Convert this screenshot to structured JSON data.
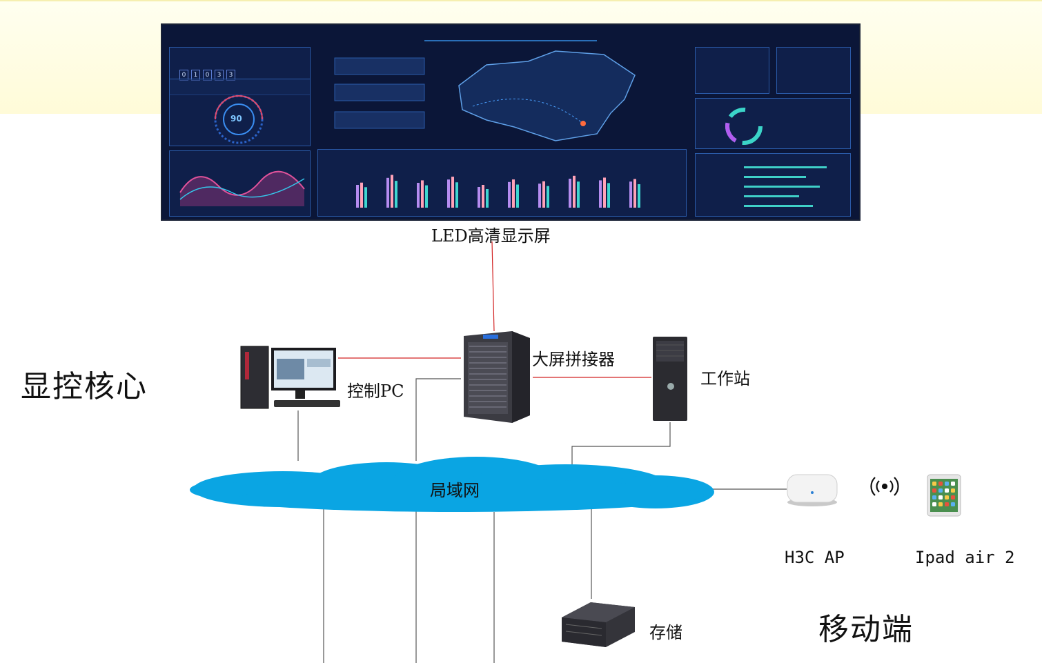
{
  "led": {
    "label": "LED高清显示屏",
    "dial_value": "90",
    "counter_digits": [
      "0",
      "1",
      "0",
      "3",
      "3"
    ],
    "bar_heights": [
      0.55,
      0.72,
      0.6,
      0.68,
      0.5,
      0.62,
      0.58,
      0.7,
      0.66,
      0.63
    ]
  },
  "nodes": {
    "controller": "大屏拼接器",
    "control_pc": "控制PC",
    "workstation": "工作站",
    "lan": "局域网",
    "storage": "存储",
    "ap": "H3C AP",
    "ipad": "Ipad air 2"
  },
  "sections": {
    "core": "显控核心",
    "mobile": "移动端"
  },
  "colors": {
    "cloud": "#0aa5e3",
    "red_link": "#d22323",
    "gray_link": "#555555",
    "screen_bg": "#0b1638"
  }
}
